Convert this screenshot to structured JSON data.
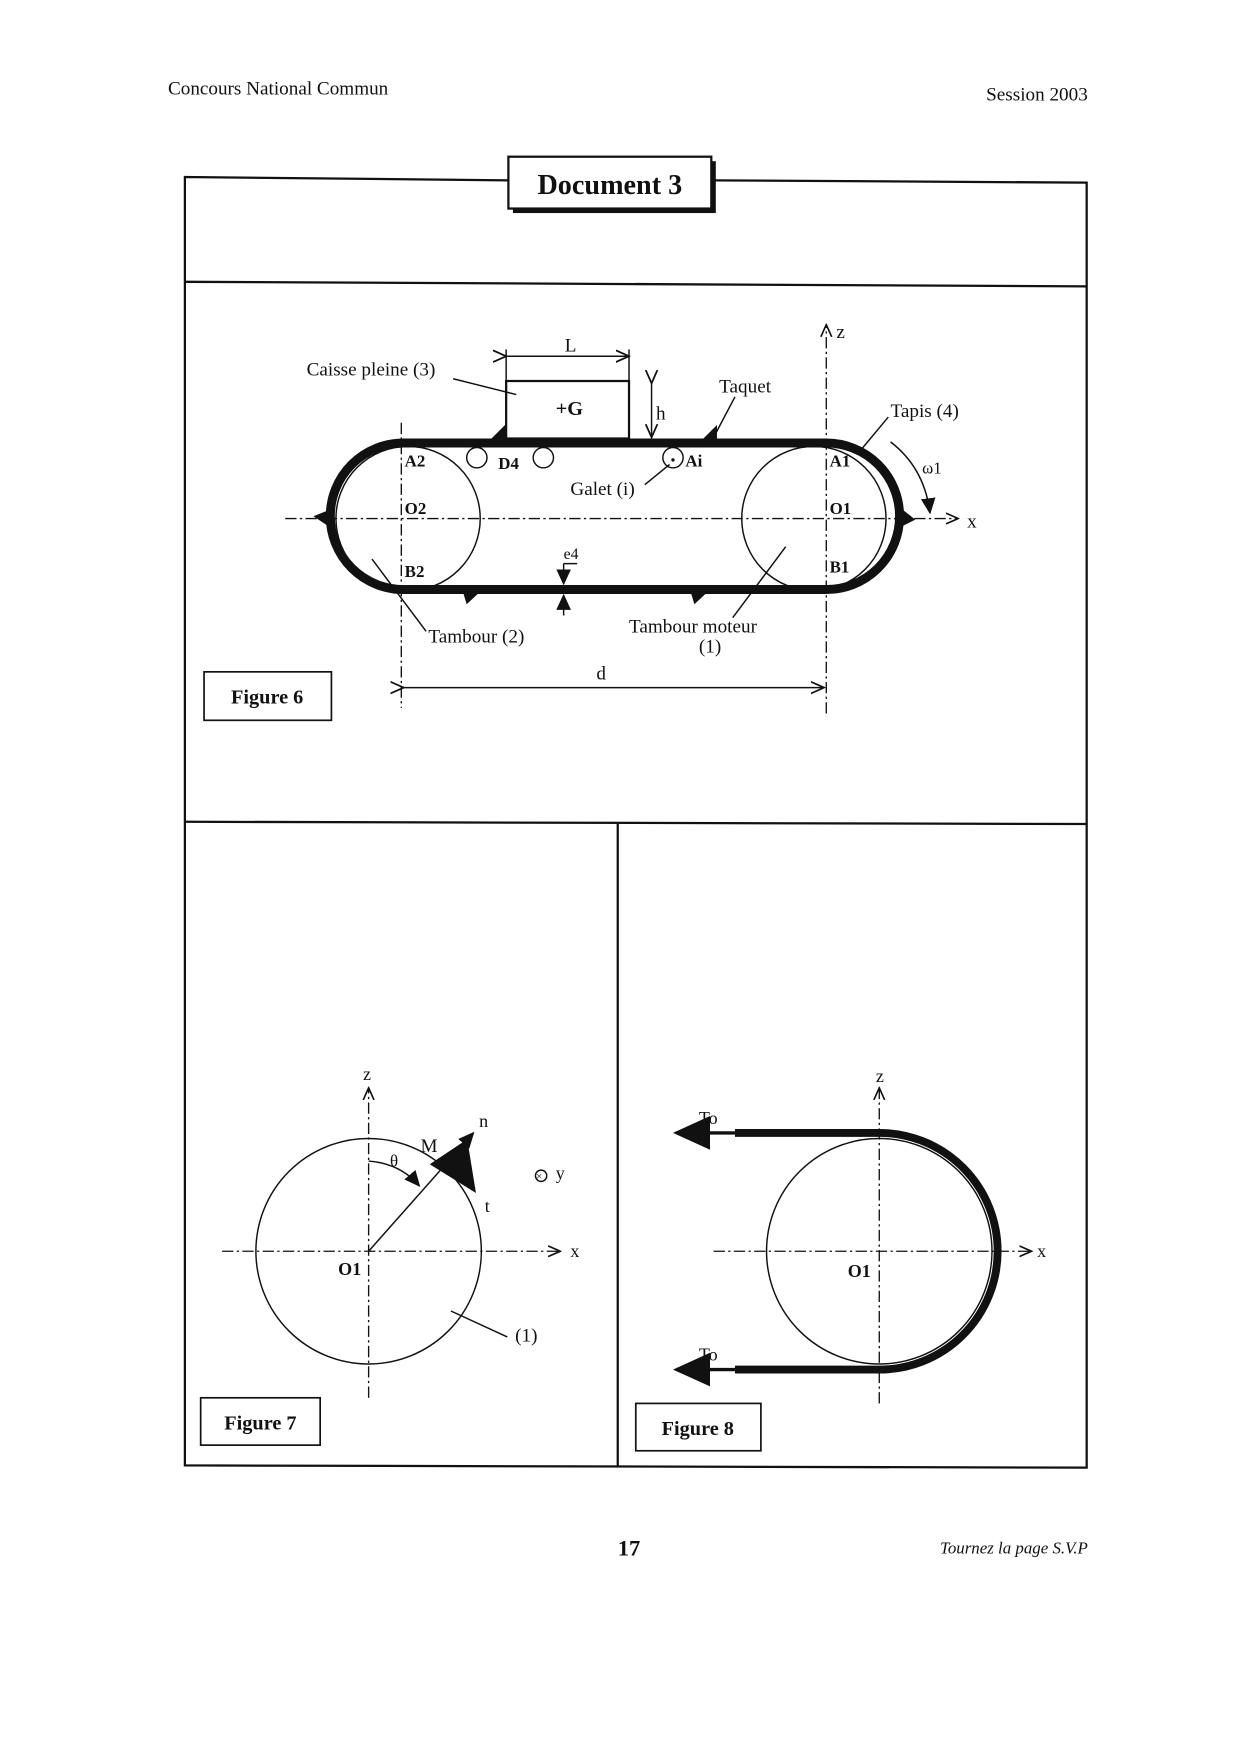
{
  "header": {
    "left": "Concours National Commun",
    "right": "Session 2003"
  },
  "title": "Document 3",
  "figure6": {
    "label": "Figure 6",
    "caisse": "Caisse pleine (3)",
    "L": "L",
    "h": "h",
    "G": "+G",
    "taquet": "Taquet",
    "tapis": "Tapis (4)",
    "omega": "ω1",
    "z": "z",
    "x": "x",
    "A2": "A2",
    "O2": "O2",
    "B2": "B2",
    "D4": "D4",
    "Ai": "Ai",
    "A1": "A1",
    "O1": "O1",
    "B1": "B1",
    "galet": "Galet (i)",
    "e4": "e4",
    "tambour2": "Tambour (2)",
    "tambour1_line1": "Tambour moteur",
    "tambour1_line2": "(1)",
    "d": "d"
  },
  "figure7": {
    "label": "Figure 7",
    "z": "z",
    "x": "x",
    "n": "n",
    "t": "t",
    "y": "y",
    "M": "M",
    "theta": "θ",
    "O1": "O1",
    "part": "(1)"
  },
  "figure8": {
    "label": "Figure 8",
    "z": "z",
    "x": "x",
    "O1": "O1",
    "T_top": "To",
    "T_bottom": "To"
  },
  "footer": {
    "page": "17",
    "right": "Tournez la page S.V.P"
  }
}
